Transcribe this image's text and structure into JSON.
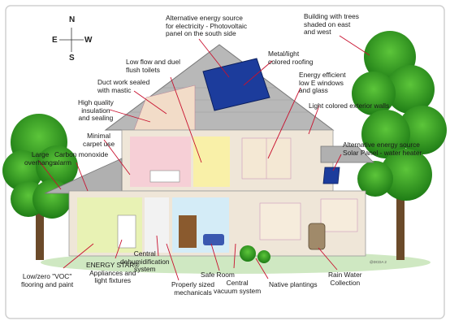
{
  "compass": {
    "n": "N",
    "s": "S",
    "e": "E",
    "w": "W"
  },
  "labels": {
    "solar_pv": "Alternative energy source\nfor electricity - Photovoltaic\npanel on the south side",
    "trees": "Building with trees\nshaded on east\nand west",
    "toilets": "Low flow and duel\nflush toilets",
    "roofing": "Metal/light\ncolored roofing",
    "duct": "Duct work sealed\nwith mastic",
    "windows": "Energy efficient\nlow E windows\nand glass",
    "insulation": "High quality\ninsulation\nand sealing",
    "walls": "Light colored exterior walls",
    "carpet": "Minimal\ncarpet use",
    "overhangs": "Large\noverhangs",
    "co_alarm": "Carbon monoxide\nalarm",
    "solar_water": "Alternative energy source\nSolar Panel - water heater",
    "voc": "Low/zero \"VOC\"\nflooring and paint",
    "energy_star": "ENERGY STAR®\nAppliances and\nlight fixtures",
    "dehumid": "Central\ndehumidification\nsystem",
    "mechanicals": "Properly sized\nmechanicals",
    "safe_room": "Safe Room",
    "vacuum": "Central\nvacuum system",
    "plantings": "Native plantings",
    "rain": "Rain Water\nCollection"
  },
  "logo": "@DCDA 2",
  "colors": {
    "roof": "#b8b8b8",
    "solar": "#1c3c9c",
    "wall": "#efe6d8",
    "tree": "#2e9a1e",
    "grass": "#7cc36a",
    "leader": "#c8102e"
  }
}
